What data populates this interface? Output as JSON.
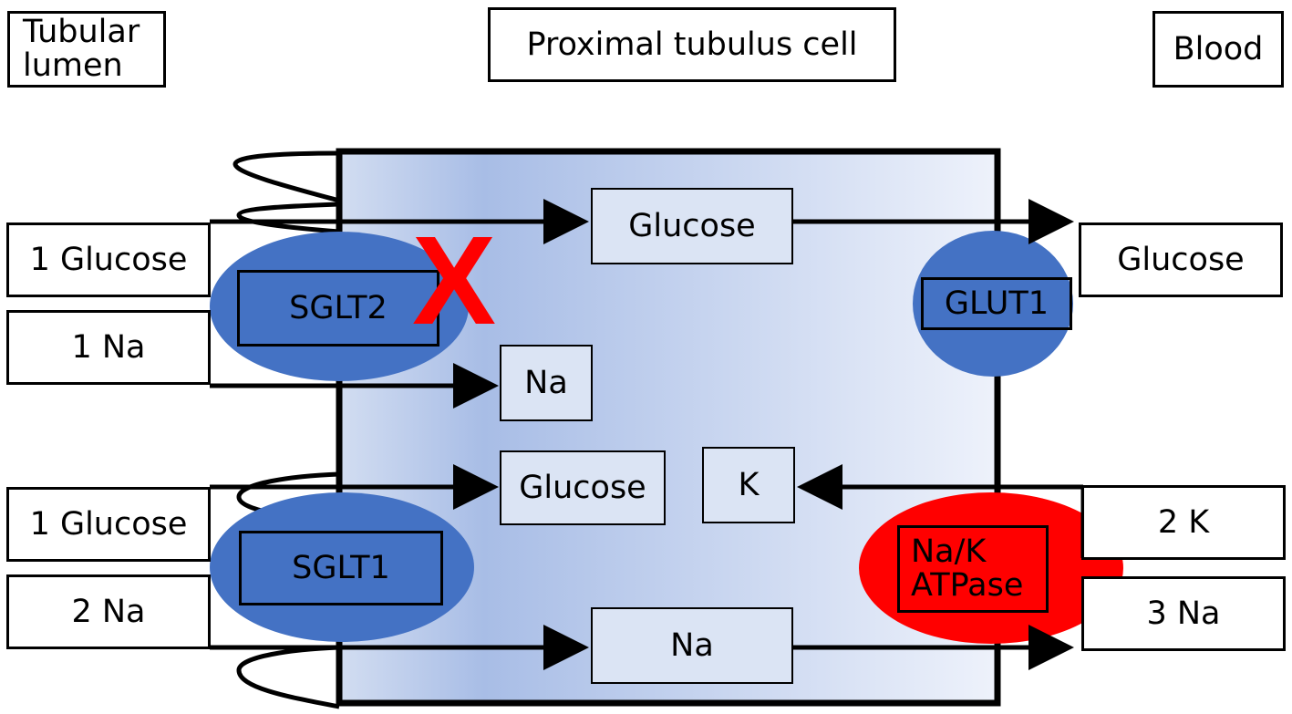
{
  "headers": {
    "lumen": "Tubular\nlumen",
    "cell": "Proximal tubulus cell",
    "blood": "Blood"
  },
  "lumen": {
    "glucose_top": "1 Glucose",
    "na_top": "1 Na",
    "glucose_bottom": "1 Glucose",
    "na_bottom": "2 Na"
  },
  "cell": {
    "glucose_top": "Glucose",
    "na_mid": "Na",
    "glucose_mid": "Glucose",
    "k": "K",
    "na_bottom": "Na"
  },
  "transporters": {
    "sglt2": "SGLT2",
    "sglt1": "SGLT1",
    "glut1": "GLUT1",
    "nak": "Na/K\nATPase",
    "inhibition_mark": "X"
  },
  "blood": {
    "glucose": "Glucose",
    "k": "2 K",
    "na": "3 Na"
  },
  "colors": {
    "transporter_blue": "#4472c4",
    "pump_red": "#ff0000",
    "cell_gradient_start": "#c8d6ee",
    "cell_gradient_mid": "#a9bfe6",
    "cell_gradient_end": "#eef2fa"
  }
}
